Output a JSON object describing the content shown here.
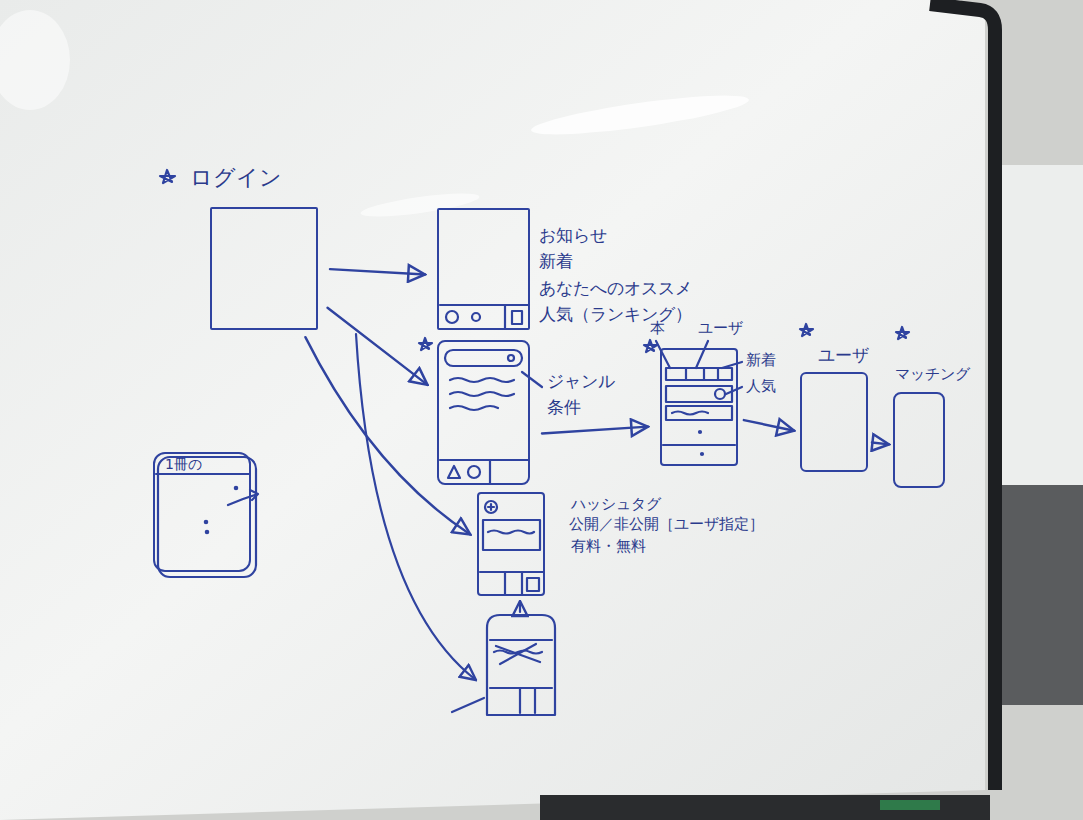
{
  "diagram": {
    "nodes": [
      {
        "text": [
          "ログイン"
        ]
      },
      {
        "text": [
          "お知らせ",
          "新着",
          "あなたへのオススメ",
          "人気（ランキング）"
        ]
      },
      {
        "text": [
          "ジャンル",
          "条件"
        ]
      },
      {
        "text": [
          "本",
          "ユーザ",
          "新着",
          "人気"
        ]
      },
      {
        "text": [
          "ユーザ"
        ]
      },
      {
        "text": [
          "マッチング"
        ]
      },
      {
        "text": [
          "ハッシュタグ",
          "公開／非公開［ユーザ指定］",
          "有料・無料"
        ]
      },
      {
        "text": [
          "1冊の"
        ]
      }
    ],
    "edges": [
      {
        "from": 0,
        "to": 1,
        "arrow": "to"
      },
      {
        "from": 0,
        "to": 2,
        "arrow": "to"
      },
      {
        "from": 0,
        "to": 6,
        "arrow": "to"
      },
      {
        "from": 2,
        "to": 3,
        "arrow": "to"
      },
      {
        "from": 3,
        "to": 4,
        "arrow": "to"
      },
      {
        "from": 4,
        "to": 5,
        "arrow": "to"
      }
    ]
  }
}
